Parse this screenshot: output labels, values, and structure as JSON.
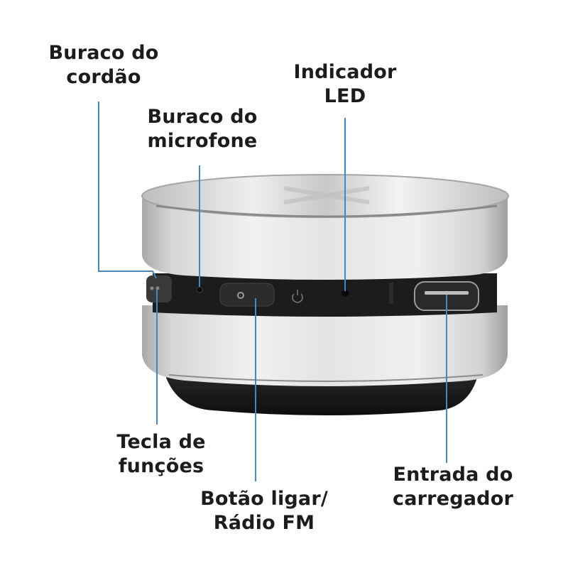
{
  "diagram": {
    "subject": "Bluetooth speaker (bone conduction mini speaker), side view",
    "colors": {
      "background": "#ffffff",
      "callout_line": "#4a86b8",
      "label_text": "#1c1c1c",
      "body_silver": "#d9d9d9",
      "band_black": "#1a1a1a",
      "base_black": "#141414"
    },
    "labels": [
      {
        "id": "lanyard-hole",
        "lines": [
          "Buraco do",
          "cordão"
        ]
      },
      {
        "id": "microphone-hole",
        "lines": [
          "Buraco do",
          "microfone"
        ]
      },
      {
        "id": "led-indicator",
        "lines": [
          "Indicador",
          "LED"
        ]
      },
      {
        "id": "function-key",
        "lines": [
          "Tecla de",
          "funções"
        ]
      },
      {
        "id": "power-fm-button",
        "lines": [
          "Botão ligar/",
          "Rádio FM"
        ]
      },
      {
        "id": "charger-port",
        "lines": [
          "Entrada do",
          "carregador"
        ]
      }
    ]
  }
}
